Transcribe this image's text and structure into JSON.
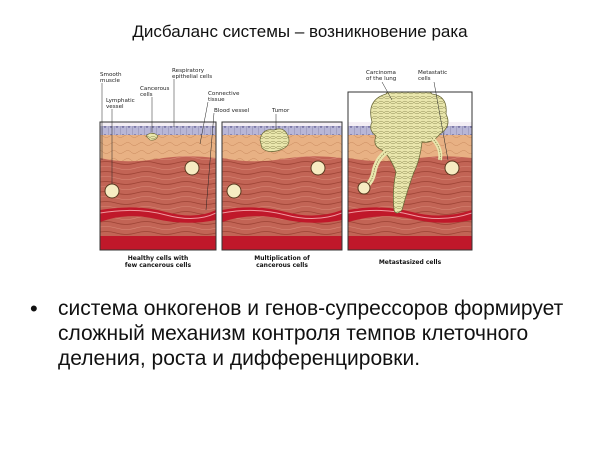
{
  "slide": {
    "title": "Дисбаланс системы – возникновение рака",
    "bullet": "система онкогенов и генов-супрессоров формирует сложный механизм контроля темпов клеточного деления, роста и дифференцировки."
  },
  "figure": {
    "panel1_labels": {
      "smooth_muscle": "Smooth",
      "smooth_muscle_2": "muscle",
      "lymphatic": "Lymphatic",
      "lymphatic_2": "vessel",
      "cancerous": "Cancerous",
      "cancerous_2": "cells",
      "respiratory": "Respiratory",
      "respiratory_2": "epithelial cells",
      "connective": "Connective",
      "connective_2": "tissue",
      "blood_vessel": "Blood vessel"
    },
    "panel2_labels": {
      "tumor": "Tumor"
    },
    "panel3_labels": {
      "carcinoma": "Carcinoma",
      "carcinoma_2": "of the lung",
      "metastatic": "Metastatic",
      "metastatic_2": "cells"
    },
    "captions": {
      "panel1": "Healthy cells with",
      "panel1_2": "few cancerous cells",
      "panel2": "Multiplication of",
      "panel2_2": "cancerous cells",
      "panel3": "Metastasized cells"
    },
    "colors": {
      "epithelium": "#b8b6d6",
      "connective": "#e8b184",
      "muscle": "#c26455",
      "blood": "#c0182a",
      "tumor": "#eae7ad"
    }
  }
}
